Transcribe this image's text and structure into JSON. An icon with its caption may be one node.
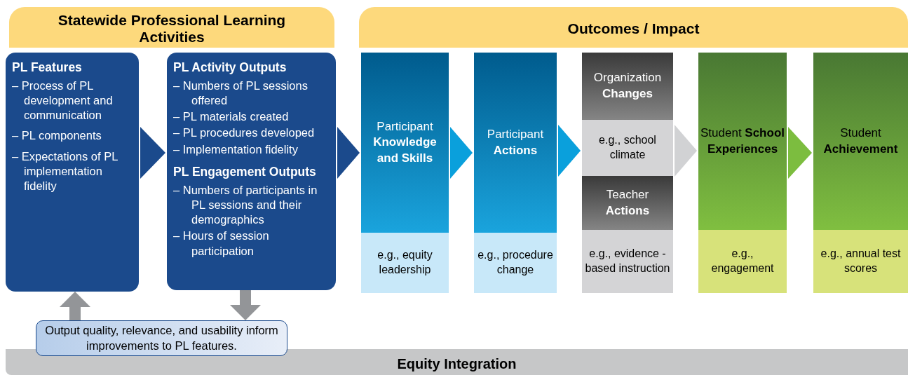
{
  "diagram": {
    "nodes": [
      {
        "text": [
          "Statewide Professional Learning Activities"
        ]
      },
      {
        "text": [
          "Outcomes / Impact"
        ]
      },
      {
        "text": [
          "PL Features",
          "– Process of PL development and communication",
          "– PL components",
          "– Expectations of PL implementation fidelity"
        ]
      },
      {
        "text": [
          "PL Activity Outputs",
          "– Numbers of PL sessions offered",
          "– PL materials created",
          "– PL procedures developed",
          "– Implementation fidelity",
          "PL Engagement Outputs",
          "– Numbers of participants in PL sessions and their demographics",
          "– Hours of session participation"
        ]
      },
      {
        "text": [
          "Participant **Knowledge and Skills**"
        ]
      },
      {
        "text": [
          "e.g., equity leadership"
        ]
      },
      {
        "text": [
          "Participant **Actions**"
        ]
      },
      {
        "text": [
          "e.g., procedure change"
        ]
      },
      {
        "text": [
          "Organization **Changes**"
        ]
      },
      {
        "text": [
          "e.g., school climate"
        ]
      },
      {
        "text": [
          "Teacher **Actions**"
        ]
      },
      {
        "text": [
          "e.g., evidence -based instruction"
        ]
      },
      {
        "text": [
          "Student **School Experiences**"
        ]
      },
      {
        "text": [
          "e.g., engagement"
        ]
      },
      {
        "text": [
          "Student **Achievement**"
        ]
      },
      {
        "text": [
          "e.g., annual test scores"
        ]
      },
      {
        "text": [
          "Output quality, relevance, and usability inform improvements to PL features."
        ]
      },
      {
        "text": [
          "Equity Integration"
        ]
      }
    ],
    "edges": [
      {
        "from": 2,
        "to": 3,
        "arrow": "to",
        "color": "#1b4a8c"
      },
      {
        "from": 3,
        "to": 4,
        "arrow": "to",
        "color": "#1b4a8c"
      },
      {
        "from": 4,
        "to": 6,
        "arrow": "to",
        "color": "#0aa0dc"
      },
      {
        "from": 6,
        "to": 9,
        "arrow": "to",
        "color": "#0aa0dc"
      },
      {
        "from": 9,
        "to": 12,
        "arrow": "to",
        "color": "#d1d2d4"
      },
      {
        "from": 12,
        "to": 14,
        "arrow": "to",
        "color": "#7cbd3f"
      },
      {
        "from": 3,
        "to": 16,
        "arrow": "to",
        "color": "#939598"
      },
      {
        "from": 16,
        "to": 2,
        "arrow": "to",
        "color": "#939598"
      }
    ]
  }
}
